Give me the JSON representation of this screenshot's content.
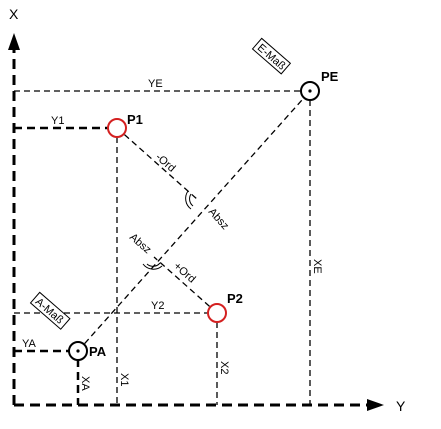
{
  "axes": {
    "x_label": "X",
    "y_label": "Y"
  },
  "points": {
    "pa": "PA",
    "pe": "PE",
    "p1": "P1",
    "p2": "P2"
  },
  "dimensions": {
    "ye": "YE",
    "xe": "XE",
    "y1": "Y1",
    "x1": "X1",
    "y2": "Y2",
    "x2": "X2",
    "ya": "YA",
    "xa": "XA"
  },
  "annotations": {
    "e_mass": "E-Maß",
    "a_mass": "A-Maß",
    "minus_ord": "-Ord",
    "absz_1": "Absz",
    "absz_2": "Absz",
    "plus_ord": "+Ord"
  },
  "colors": {
    "line": "#000000",
    "highlight_point": "#d42020"
  }
}
